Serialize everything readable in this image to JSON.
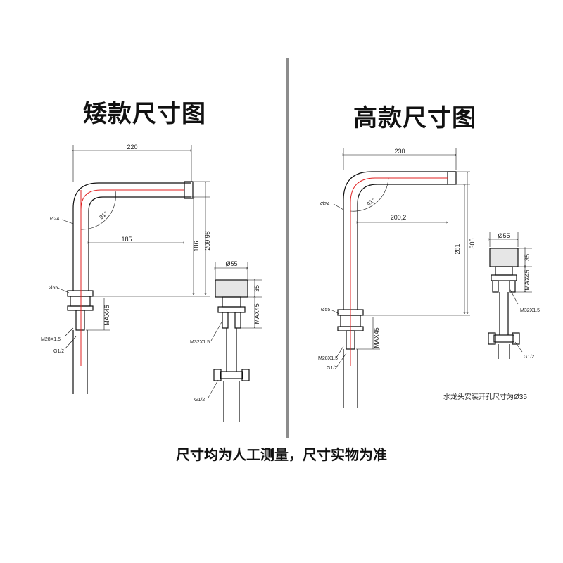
{
  "left": {
    "title": "矮款尺寸图",
    "dim_width": "220",
    "dim_inner": "185",
    "dim_h1": "186",
    "dim_h2": "209,98",
    "angle": "91°",
    "dia_pipe": "Ø24",
    "dia_base": "Ø55",
    "max": "MAX45",
    "thread": "M28X1.5",
    "pipe": "G1/2",
    "handle_dia": "Ø55",
    "handle_h": "35",
    "handle_max": "MAX45",
    "handle_thread": "M32X1.5",
    "handle_pipe": "G1/2"
  },
  "right": {
    "title": "高款尺寸图",
    "dim_width": "230",
    "dim_inner": "200,2",
    "dim_h1": "281",
    "dim_h2": "305",
    "angle": "91°",
    "dia_pipe": "Ø24",
    "dia_base": "Ø55",
    "max": "MAX45",
    "thread": "M28X1.5",
    "pipe": "G1/2",
    "handle_dia": "Ø55",
    "handle_h": "35",
    "handle_max": "MAX45",
    "handle_thread": "M32X1.5",
    "handle_pipe": "G1/2",
    "note": "水龙头安装开孔尺寸为Ø35"
  },
  "bottom_note": "尺寸均为人工测量，尺寸实物为准",
  "colors": {
    "line": "#111111",
    "centerline": "#e02020",
    "divider": "#8c8c8c"
  }
}
